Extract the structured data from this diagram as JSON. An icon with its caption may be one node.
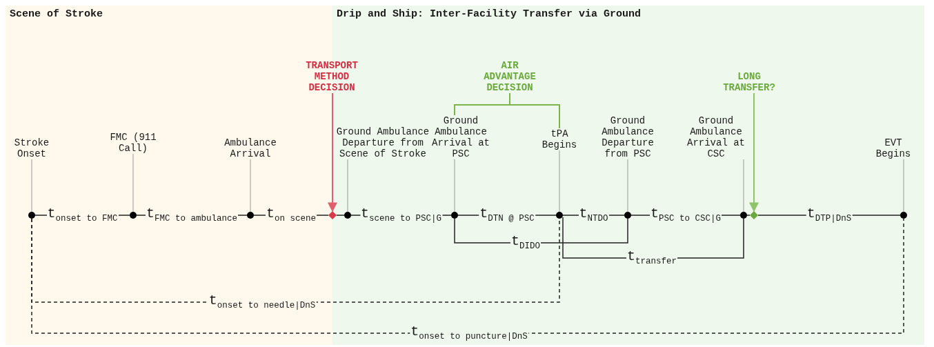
{
  "diagram": {
    "nodes": [
      {
        "text": [
          "Scene of Stroke"
        ]
      },
      {
        "text": [
          "Drip and Ship: Inter-Facility Transfer via Ground"
        ]
      },
      {
        "text": [
          "Stroke Onset"
        ],
        "in": 0
      },
      {
        "text": [
          "FMC (911 Call)"
        ],
        "in": 0
      },
      {
        "text": [
          "Ambulance Arrival"
        ],
        "in": 0
      },
      {
        "text": [
          "Ground Ambulance Departure from Scene of Stroke"
        ],
        "in": 1
      },
      {
        "text": [
          "TRANSPORT METHOD DECISION"
        ]
      },
      {
        "text": [
          "AIR ADVANTAGE DECISION"
        ],
        "in": 1
      },
      {
        "text": [
          "Ground Ambulance Arrival at PSC"
        ],
        "in": 1
      },
      {
        "text": [
          "tPA Begins"
        ],
        "in": 1
      },
      {
        "text": [
          "Ground Ambulance Departure from PSC"
        ],
        "in": 1
      },
      {
        "text": [
          "LONG TRANSFER?"
        ],
        "in": 1
      },
      {
        "text": [
          "Ground Ambulance Arrival at CSC"
        ],
        "in": 1
      },
      {
        "text": [
          "EVT Begins"
        ],
        "in": 1
      },
      {
        "text": [],
        "shape": "circle",
        "in": 0
      },
      {
        "text": [],
        "shape": "circle",
        "in": 0
      },
      {
        "text": [],
        "shape": "circle",
        "in": 0
      },
      {
        "text": [],
        "shape": "diamond"
      },
      {
        "text": [],
        "shape": "circle",
        "in": 1
      },
      {
        "text": [],
        "shape": "circle",
        "in": 1
      },
      {
        "text": [],
        "shape": "circle",
        "in": 1
      },
      {
        "text": [],
        "shape": "circle",
        "in": 1
      },
      {
        "text": [],
        "shape": "circle",
        "in": 1
      },
      {
        "text": [],
        "shape": "diamond",
        "in": 1
      },
      {
        "text": [],
        "shape": "circle",
        "in": 1
      }
    ],
    "edges": [
      {
        "from": 2,
        "to": 14,
        "arrow": "none",
        "color": "#999999"
      },
      {
        "from": 3,
        "to": 15,
        "arrow": "none",
        "color": "#999999"
      },
      {
        "from": 4,
        "to": 16,
        "arrow": "none",
        "color": "#999999"
      },
      {
        "from": 5,
        "to": 18,
        "arrow": "none",
        "color": "#999999"
      },
      {
        "from": 8,
        "to": 19,
        "arrow": "none",
        "color": "#999999"
      },
      {
        "from": 9,
        "to": 20,
        "arrow": "none",
        "color": "#999999"
      },
      {
        "from": 10,
        "to": 21,
        "arrow": "none",
        "color": "#999999"
      },
      {
        "from": 12,
        "to": 22,
        "arrow": "none",
        "color": "#999999"
      },
      {
        "from": 13,
        "to": 24,
        "arrow": "none",
        "color": "#999999"
      },
      {
        "from": 6,
        "to": 17,
        "arrow": "to",
        "color": "#e0606e"
      },
      {
        "from": 7,
        "to": 8,
        "arrow": "none",
        "color": "#7ab648"
      },
      {
        "from": 7,
        "to": 9,
        "arrow": "none",
        "color": "#7ab648"
      },
      {
        "from": 11,
        "to": 23,
        "arrow": "to",
        "color": "#8fc46a"
      },
      {
        "from": 14,
        "to": 15,
        "arrow": "none",
        "label": "t$_{onset to FMC}$"
      },
      {
        "from": 15,
        "to": 16,
        "arrow": "none",
        "label": "t$_{FMC to ambulance}$"
      },
      {
        "from": 16,
        "to": 17,
        "arrow": "none",
        "label": "t$_{on scene}$"
      },
      {
        "from": 17,
        "to": 18,
        "arrow": "none"
      },
      {
        "from": 18,
        "to": 19,
        "arrow": "none",
        "label": "t$_{scene to PSC|G}$"
      },
      {
        "from": 19,
        "to": 20,
        "arrow": "none",
        "label": "t$_{DTN @ PSC}$"
      },
      {
        "from": 20,
        "to": 21,
        "arrow": "none",
        "label": "t$_{NTDO}$"
      },
      {
        "from": 21,
        "to": 22,
        "arrow": "none",
        "label": "t$_{PSC to CSC|G}$"
      },
      {
        "from": 22,
        "to": 23,
        "arrow": "none"
      },
      {
        "from": 23,
        "to": 24,
        "arrow": "none",
        "label": "t$_{DTP|DnS}$"
      },
      {
        "from": 19,
        "to": 21,
        "arrow": "none",
        "label": "t$_{DIDO}$"
      },
      {
        "from": 20,
        "to": 22,
        "arrow": "none",
        "label": "t$_{transfer}$"
      },
      {
        "from": 14,
        "to": 20,
        "arrow": "none",
        "label": "t$_{onset to needle|DnS}$",
        "style": "dashed"
      },
      {
        "from": 14,
        "to": 24,
        "arrow": "none",
        "label": "t$_{onset to puncture|DnS}$",
        "style": "dashed"
      }
    ]
  }
}
